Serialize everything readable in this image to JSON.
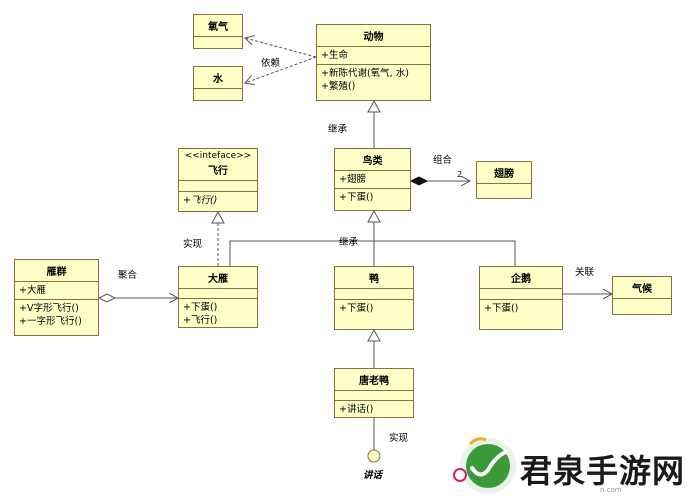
{
  "classes": {
    "oxygen": {
      "name": "氧气"
    },
    "water": {
      "name": "水"
    },
    "animal": {
      "name": "动物",
      "attrs": [
        "+生命"
      ],
      "ops": [
        "+新陈代谢(氧气, 水)",
        "+繁殖()"
      ]
    },
    "bird": {
      "name": "鸟类",
      "attrs": [
        "+翅膀"
      ],
      "ops": [
        "+下蛋()"
      ]
    },
    "wing": {
      "name": "翅膀"
    },
    "fly": {
      "stereotype": "<<inteface>>",
      "name": "飞行",
      "ops": [
        "+飞行()"
      ]
    },
    "goose_flock": {
      "name": "雁群",
      "attrs": [
        "+大雁"
      ],
      "ops": [
        "+V字形飞行()",
        "+一字形飞行()"
      ]
    },
    "goose": {
      "name": "大雁",
      "ops": [
        "+下蛋()",
        "+飞行()"
      ]
    },
    "duck": {
      "name": "鸭",
      "ops": [
        "+下蛋()"
      ]
    },
    "penguin": {
      "name": "企鹅",
      "ops": [
        "+下蛋()"
      ]
    },
    "climate": {
      "name": "气候"
    },
    "donald": {
      "name": "唐老鸭",
      "ops": [
        "+讲话()"
      ]
    }
  },
  "labels": {
    "dependency": "依赖",
    "inherit_top": "继承",
    "composition": "组合",
    "composition_mult": "2",
    "realize_goose": "实现",
    "inherit_mid": "继承",
    "aggregation": "聚合",
    "association": "关联",
    "realize_speak": "实现",
    "speak_interface": "讲话"
  },
  "watermark": {
    "text": "君泉手游网",
    "sub": "n.com"
  },
  "colors": {
    "box_fill": "#ffffc8",
    "box_border": "#8a7040",
    "line": "#555555"
  }
}
